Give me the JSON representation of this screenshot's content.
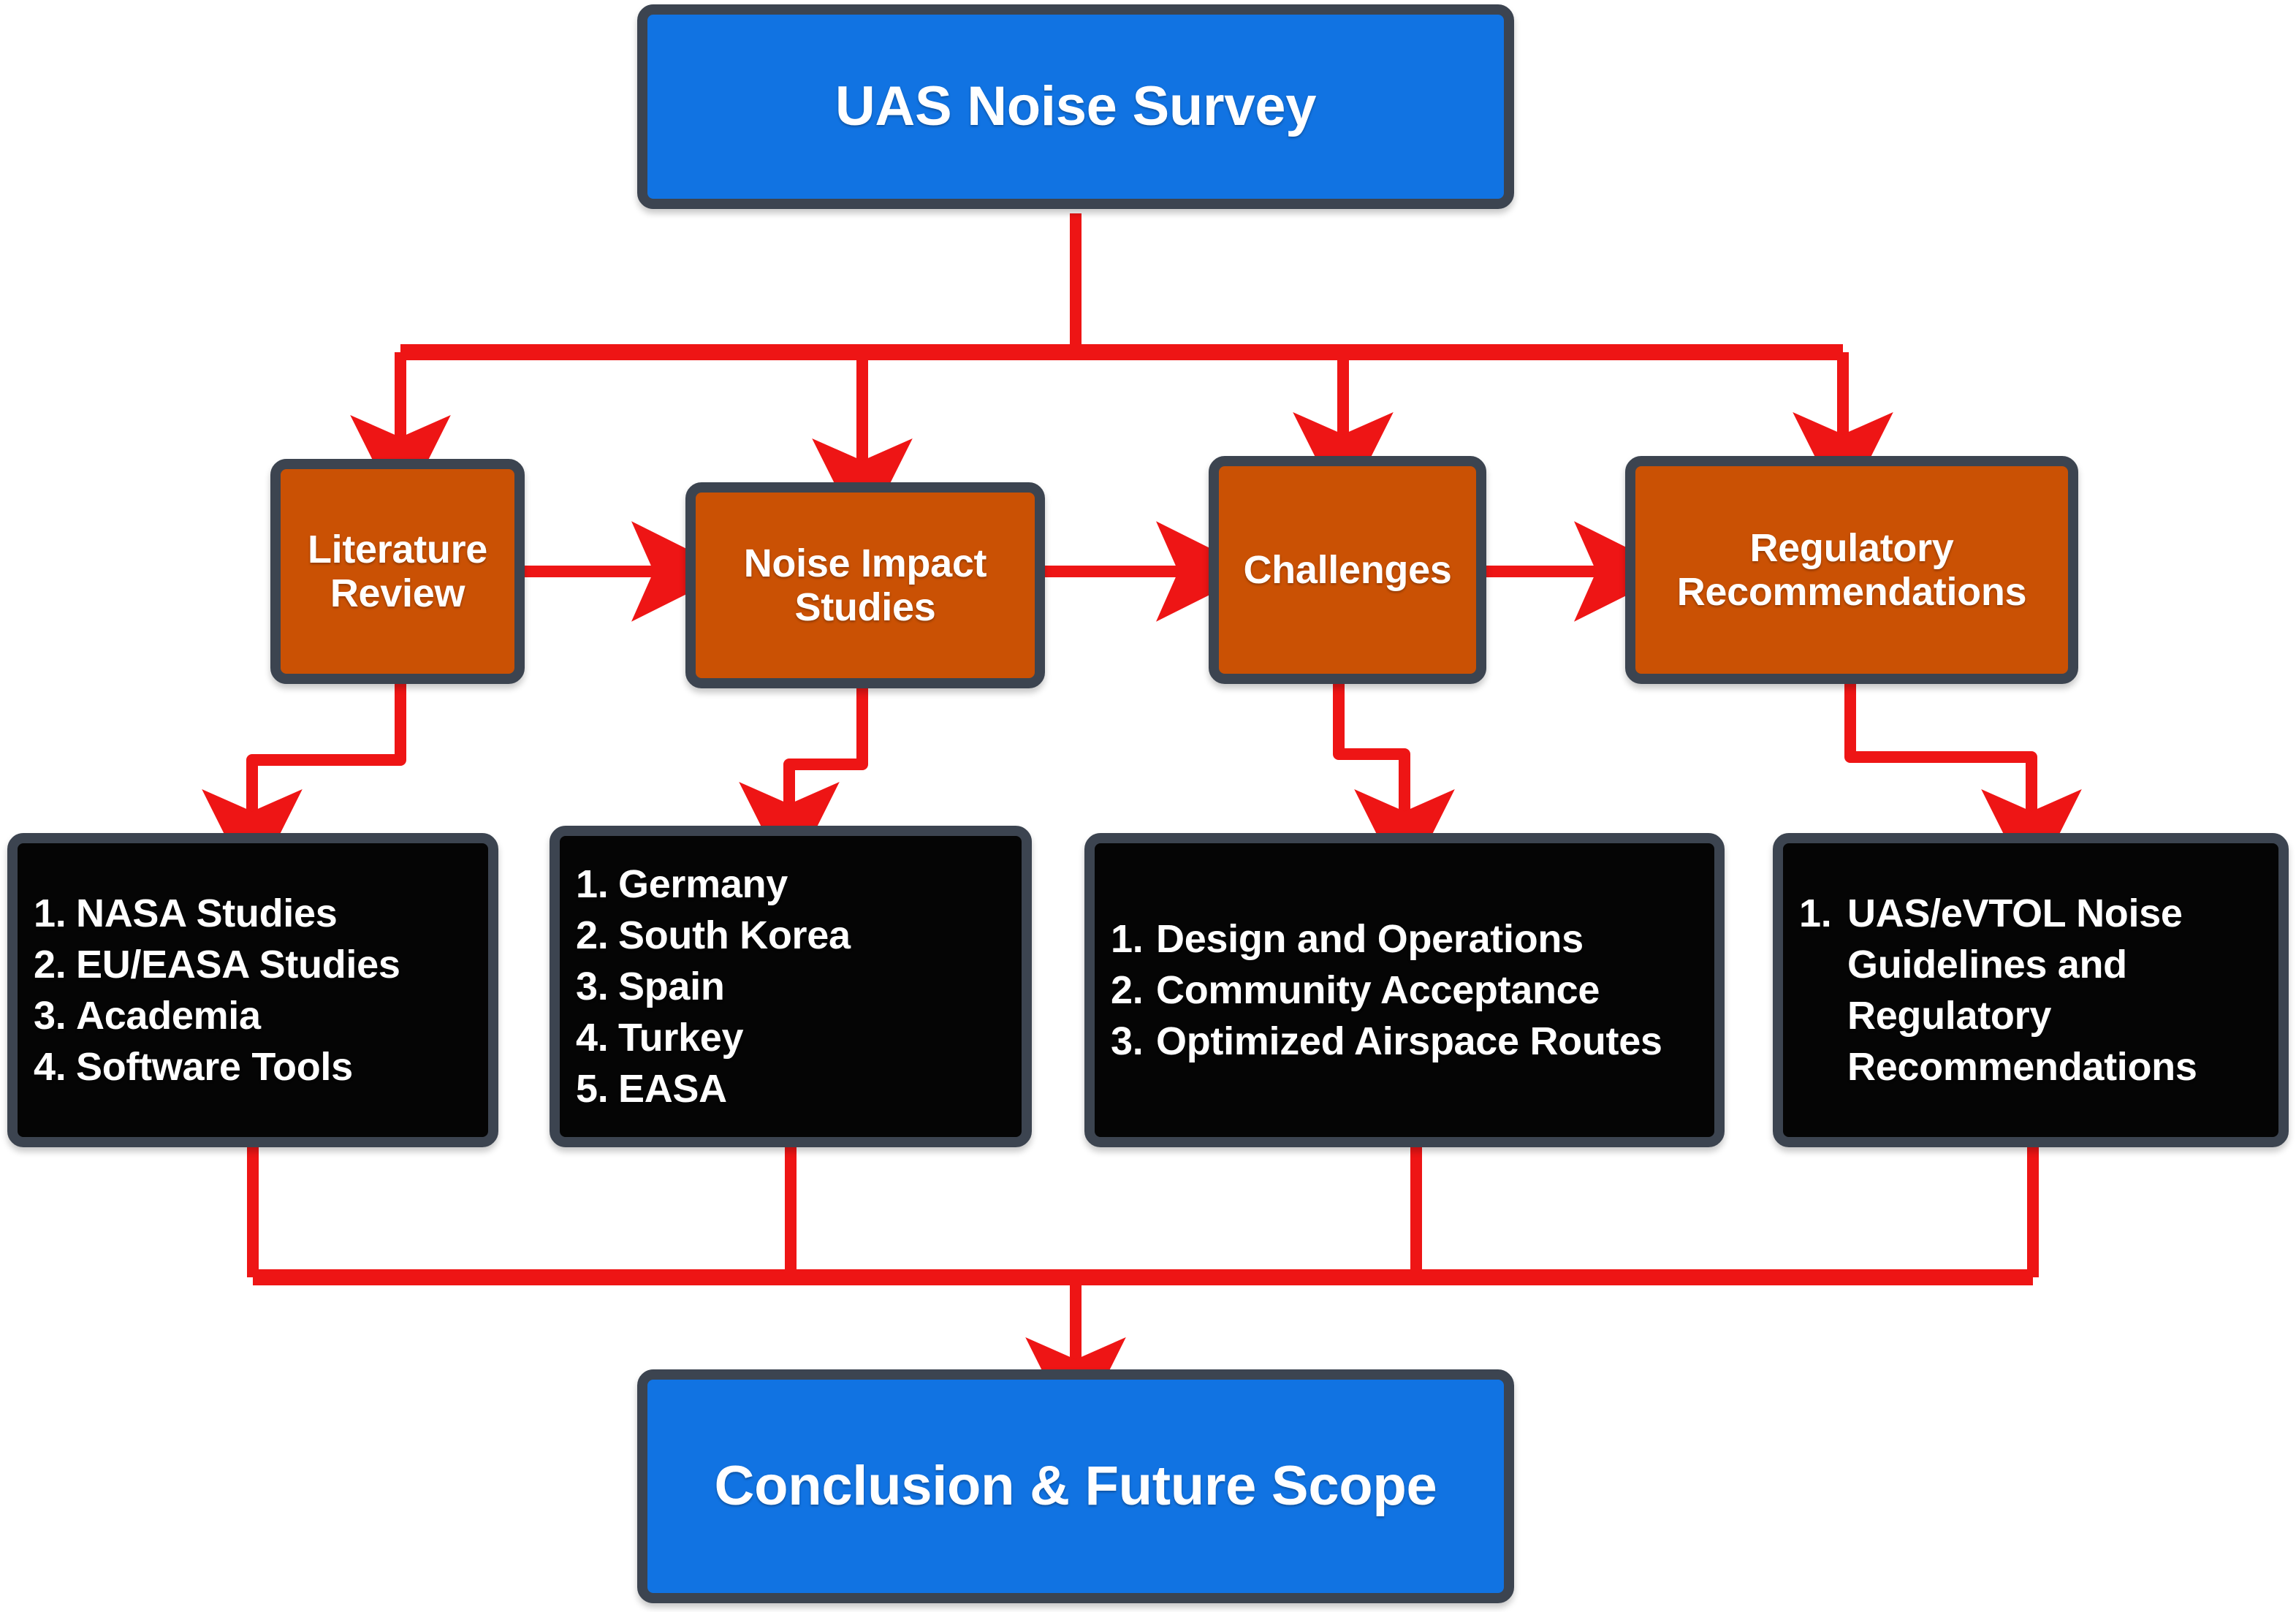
{
  "diagram": {
    "title": "UAS Noise Survey",
    "colors": {
      "blue": "#1173e2",
      "orange": "#ca5104",
      "black": "#050505",
      "border": "#3c4450",
      "arrow": "#ee1515"
    }
  },
  "nodes": {
    "survey": {
      "label": "UAS Noise Survey"
    },
    "conclusion": {
      "label": "Conclusion & Future Scope"
    },
    "literature_review": {
      "label": "Literature Review"
    },
    "noise_impact_studies": {
      "label": "Noise Impact Studies"
    },
    "challenges": {
      "label": "Challenges"
    },
    "regulatory_recommendations": {
      "label": "Regulatory Recommendations"
    }
  },
  "lists": {
    "literature_review_items": [
      {
        "num": "1.",
        "text": "NASA Studies"
      },
      {
        "num": "2.",
        "text": "EU/EASA Studies"
      },
      {
        "num": "3.",
        "text": "Academia"
      },
      {
        "num": "4.",
        "text": "Software Tools"
      }
    ],
    "noise_impact_items": [
      {
        "num": "1.",
        "text": "Germany"
      },
      {
        "num": "2.",
        "text": "South Korea"
      },
      {
        "num": "3.",
        "text": "Spain"
      },
      {
        "num": "4.",
        "text": "Turkey"
      },
      {
        "num": "5.",
        "text": "EASA"
      }
    ],
    "challenges_items": [
      {
        "num": "1.",
        "text": "Design and Operations"
      },
      {
        "num": "2.",
        "text": "Community Acceptance"
      },
      {
        "num": "3.",
        "text": "Optimized Airspace Routes"
      }
    ],
    "regulatory_items": [
      {
        "num": "1.",
        "text": "UAS/eVTOL Noise Guidelines and Regulatory Recommendations"
      }
    ]
  }
}
